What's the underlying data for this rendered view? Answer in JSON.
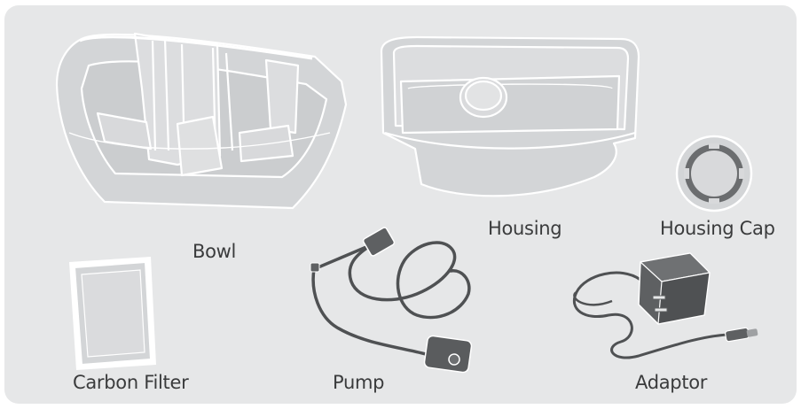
{
  "labels": {
    "bowl": "Bowl",
    "housing": "Housing",
    "housing_cap": "Housing Cap",
    "carbon_filter": "Carbon Filter",
    "pump": "Pump",
    "adaptor": "Adaptor"
  },
  "colors": {
    "panel": "#e6e7e8",
    "part_fill": "#d3d5d7",
    "part_light": "#eceded",
    "outline": "#ffffff",
    "cable": "#5b5d5f",
    "dark_part": "#6a6c6e"
  }
}
